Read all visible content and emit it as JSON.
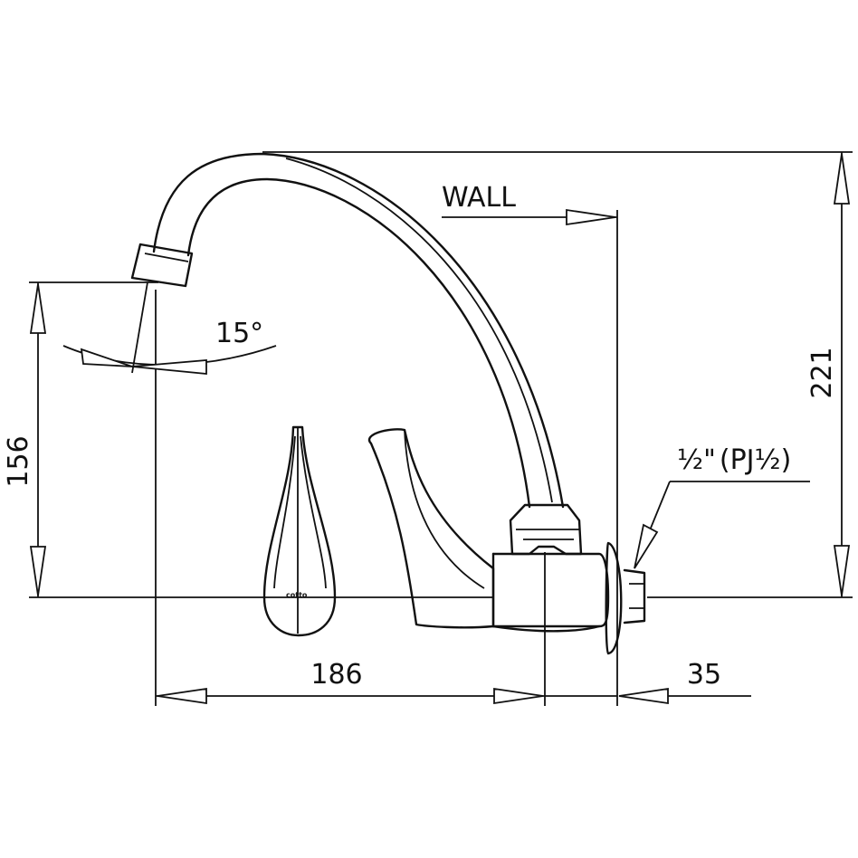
{
  "dimensions": {
    "height_overall": "221",
    "outlet_height": "156",
    "spout_reach": "186",
    "wall_projection": "35",
    "swivel_angle": "15°"
  },
  "labels": {
    "wall": "WALL",
    "thread_prefix": "½\"",
    "thread_suffix": "(PJ½)"
  },
  "logo_text": "cotto"
}
